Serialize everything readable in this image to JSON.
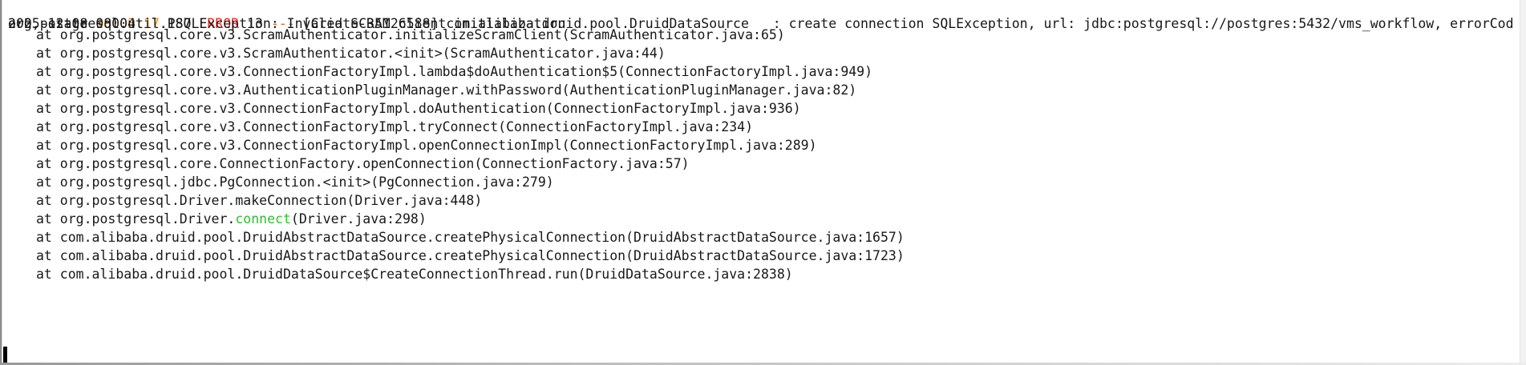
{
  "terminal": {
    "colors": {
      "background": "#ffffff",
      "text": "#181818",
      "timestamp_time": "#ee8b1e",
      "error_level": "#ee2f2a",
      "separator": "#d2691e",
      "highlight_connect": "#2fbf2f",
      "cursor": "#000000",
      "scrollbar_track": "#f1f1f1"
    },
    "lines": [
      {
        "type": "log",
        "segments": [
          {
            "text": "2025-12-08 ",
            "color": "text"
          },
          {
            "text": "10:03:17",
            "color": "timestamp_time"
          },
          {
            "text": ".187 ",
            "color": "text"
          },
          {
            "text": "ERROR",
            "color": "error_level"
          },
          {
            "text": " 13 ",
            "color": "text"
          },
          {
            "text": "---",
            "color": "separator"
          },
          {
            "text": " [Create-35126588] com.alibaba.druid.pool.DruidDataSource   : create connection SQLException, url: jdbc:postgresql://postgres:5432/vms_workflow, errorCod",
            "color": "text"
          }
        ]
      },
      {
        "type": "log",
        "segments": [
          {
            "text": "e 0, state 08004",
            "color": "text"
          }
        ]
      },
      {
        "type": "blank",
        "segments": []
      },
      {
        "type": "log",
        "segments": [
          {
            "text": "org.postgresql.util.PSQLException: Invalid SCRAM client initialization",
            "color": "text"
          }
        ]
      },
      {
        "type": "stack",
        "segments": [
          {
            "text": "at org.postgresql.core.v3.ScramAuthenticator.initializeScramClient(ScramAuthenticator.java:65)",
            "color": "text"
          }
        ]
      },
      {
        "type": "stack",
        "segments": [
          {
            "text": "at org.postgresql.core.v3.ScramAuthenticator.<init>(ScramAuthenticator.java:44)",
            "color": "text"
          }
        ]
      },
      {
        "type": "stack",
        "segments": [
          {
            "text": "at org.postgresql.core.v3.ConnectionFactoryImpl.lambda$doAuthentication$5(ConnectionFactoryImpl.java:949)",
            "color": "text"
          }
        ]
      },
      {
        "type": "stack",
        "segments": [
          {
            "text": "at org.postgresql.core.v3.AuthenticationPluginManager.withPassword(AuthenticationPluginManager.java:82)",
            "color": "text"
          }
        ]
      },
      {
        "type": "stack",
        "segments": [
          {
            "text": "at org.postgresql.core.v3.ConnectionFactoryImpl.doAuthentication(ConnectionFactoryImpl.java:936)",
            "color": "text"
          }
        ]
      },
      {
        "type": "stack",
        "segments": [
          {
            "text": "at org.postgresql.core.v3.ConnectionFactoryImpl.tryConnect(ConnectionFactoryImpl.java:234)",
            "color": "text"
          }
        ]
      },
      {
        "type": "stack",
        "segments": [
          {
            "text": "at org.postgresql.core.v3.ConnectionFactoryImpl.openConnectionImpl(ConnectionFactoryImpl.java:289)",
            "color": "text"
          }
        ]
      },
      {
        "type": "stack",
        "segments": [
          {
            "text": "at org.postgresql.core.ConnectionFactory.openConnection(ConnectionFactory.java:57)",
            "color": "text"
          }
        ]
      },
      {
        "type": "stack",
        "segments": [
          {
            "text": "at org.postgresql.jdbc.PgConnection.<init>(PgConnection.java:279)",
            "color": "text"
          }
        ]
      },
      {
        "type": "stack",
        "segments": [
          {
            "text": "at org.postgresql.Driver.makeConnection(Driver.java:448)",
            "color": "text"
          }
        ]
      },
      {
        "type": "stack",
        "segments": [
          {
            "text": "at org.postgresql.Driver.",
            "color": "text"
          },
          {
            "text": "connect",
            "color": "highlight_connect"
          },
          {
            "text": "(Driver.java:298)",
            "color": "text"
          }
        ]
      },
      {
        "type": "stack",
        "segments": [
          {
            "text": "at com.alibaba.druid.pool.DruidAbstractDataSource.createPhysicalConnection(DruidAbstractDataSource.java:1657)",
            "color": "text"
          }
        ]
      },
      {
        "type": "stack",
        "segments": [
          {
            "text": "at com.alibaba.druid.pool.DruidAbstractDataSource.createPhysicalConnection(DruidAbstractDataSource.java:1723)",
            "color": "text"
          }
        ]
      },
      {
        "type": "stack",
        "segments": [
          {
            "text": "at com.alibaba.druid.pool.DruidDataSource$CreateConnectionThread.run(DruidDataSource.java:2838)",
            "color": "text"
          }
        ]
      }
    ]
  }
}
